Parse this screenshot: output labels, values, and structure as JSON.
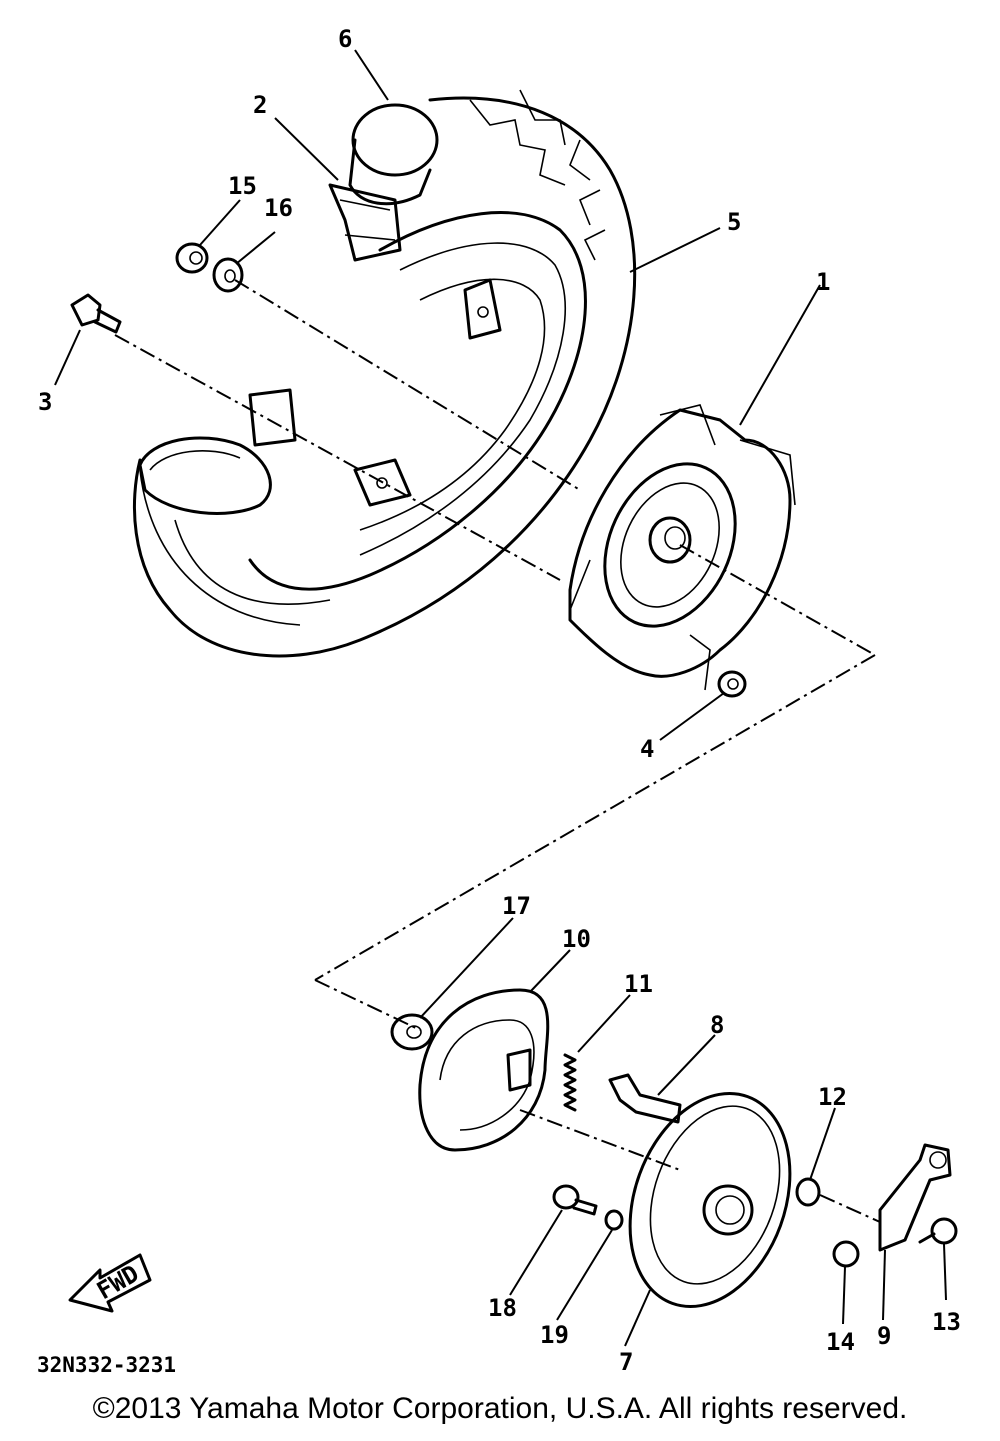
{
  "diagram": {
    "callouts": {
      "p1": "1",
      "p2": "2",
      "p3": "3",
      "p4": "4",
      "p5": "5",
      "p6": "6",
      "p7": "7",
      "p8": "8",
      "p9": "9",
      "p10": "10",
      "p11": "11",
      "p12": "12",
      "p13": "13",
      "p14": "14",
      "p15": "15",
      "p16": "16",
      "p17": "17",
      "p18": "18",
      "p19": "19"
    },
    "fwd_label": "FWD",
    "drawing_code": "32N332-3231"
  },
  "footer": {
    "copyright": "©2013 Yamaha Motor Corporation, U.S.A. All rights reserved."
  }
}
